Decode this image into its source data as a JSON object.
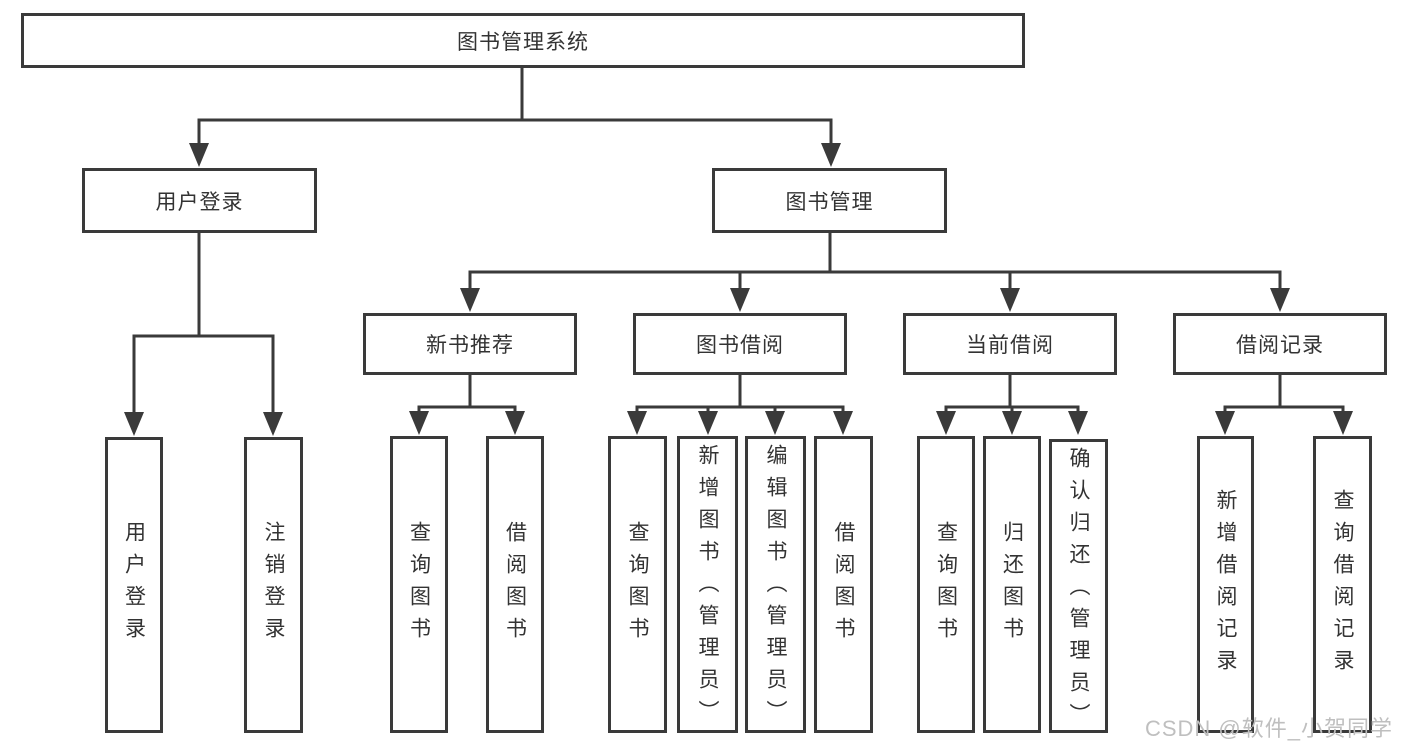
{
  "tree": {
    "root": "图书管理系统",
    "children": [
      {
        "label": "用户登录",
        "children": [
          "用户登录",
          "注销登录"
        ]
      },
      {
        "label": "图书管理",
        "children": [
          {
            "label": "新书推荐",
            "children": [
              "查询图书",
              "借阅图书"
            ]
          },
          {
            "label": "图书借阅",
            "children": [
              "查询图书",
              "新增图书（管理员）",
              "编辑图书（管理员）",
              "借阅图书"
            ]
          },
          {
            "label": "当前借阅",
            "children": [
              "查询图书",
              "归还图书",
              "确认归还（管理员）"
            ]
          },
          {
            "label": "借阅记录",
            "children": [
              "新增借阅记录",
              "查询借阅记录"
            ]
          }
        ]
      }
    ]
  },
  "watermark": {
    "text": "CSDN @软件_小贺同学"
  },
  "colors": {
    "line": "#3a3a3a",
    "text": "#333333",
    "background": "#ffffff",
    "watermark": "#bfbfbf"
  }
}
